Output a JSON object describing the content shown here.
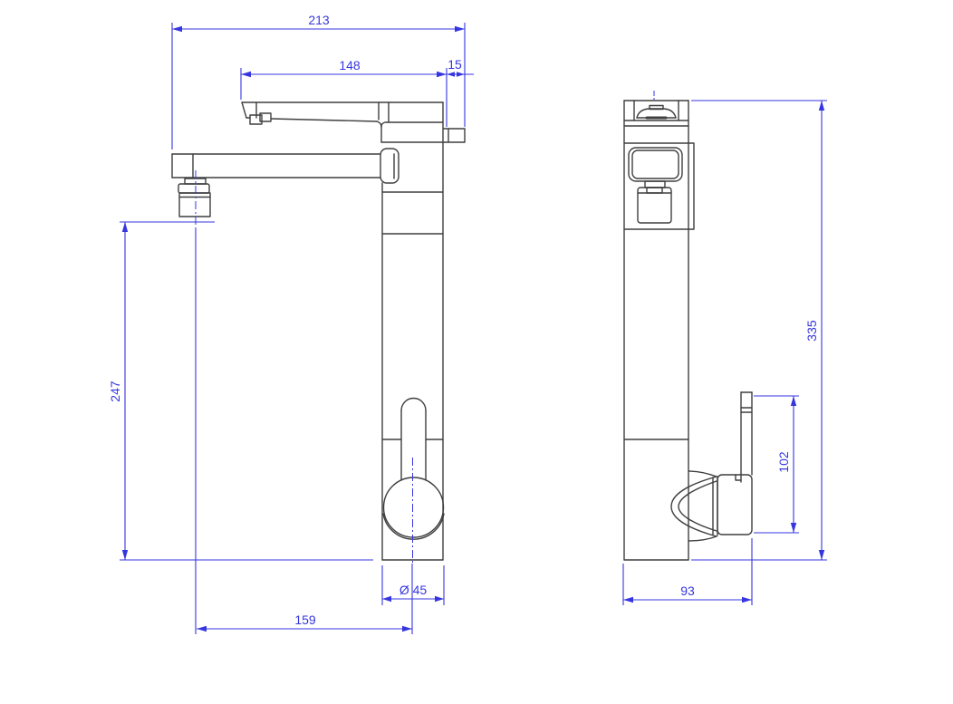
{
  "drawing": {
    "type": "technical-dimension-drawing",
    "subject": "single-lever vessel faucet, front and side orthographic views"
  },
  "colors": {
    "outline": "#3f3f3f",
    "dimension": "#3636e0",
    "background": "#ffffff"
  },
  "dimensions": {
    "front": {
      "overall_width": "213",
      "lever_length": "148",
      "knob_offset": "15",
      "spout_height": "247",
      "spout_reach": "159",
      "body_diameter": "Ø 45"
    },
    "side": {
      "overall_height": "335",
      "handle_height": "102",
      "base_depth": "93"
    }
  }
}
